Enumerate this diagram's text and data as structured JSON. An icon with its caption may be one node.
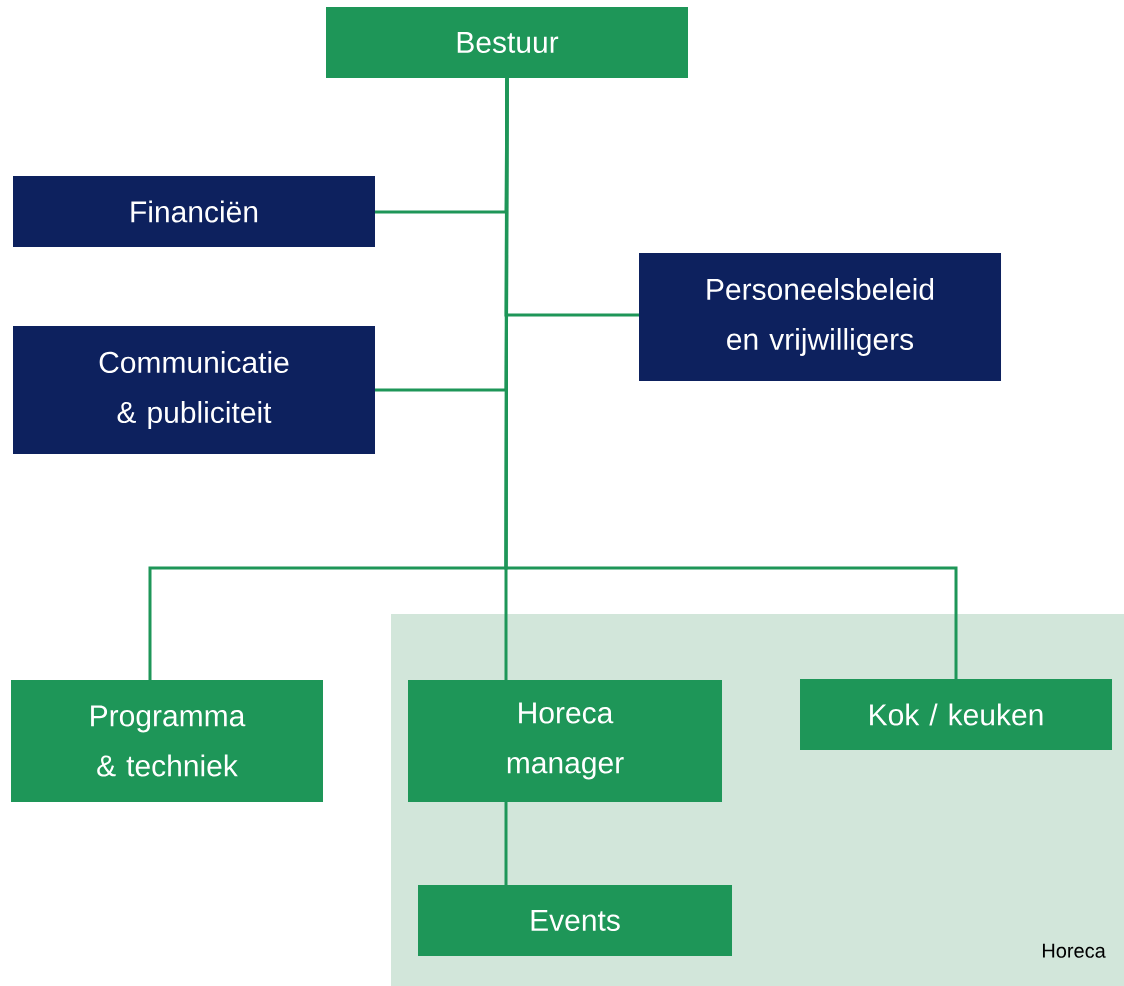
{
  "diagram": {
    "nodes": [
      {
        "text": [
          "Bestuur"
        ]
      },
      {
        "text": [
          "Financiën"
        ]
      },
      {
        "text": [
          "Personeelsbeleid en vrijwilligers"
        ]
      },
      {
        "text": [
          "Communicatie & publiciteit"
        ]
      },
      {
        "text": [
          "Programma & techniek"
        ]
      },
      {
        "text": [
          "Horeca"
        ]
      },
      {
        "text": [
          "Horeca manager"
        ],
        "in": 5
      },
      {
        "text": [
          "Kok / keuken"
        ],
        "in": 5
      },
      {
        "text": [
          "Events"
        ],
        "in": 5
      }
    ],
    "edges": [
      {
        "from": 0,
        "to": 1,
        "arrow": "none",
        "color": "#1e9658"
      },
      {
        "from": 0,
        "to": 2,
        "arrow": "none",
        "color": "#1e9658"
      },
      {
        "from": 0,
        "to": 3,
        "arrow": "none",
        "color": "#1e9658"
      },
      {
        "from": 0,
        "to": 4,
        "arrow": "none",
        "color": "#1e9658"
      },
      {
        "from": 0,
        "to": 6,
        "arrow": "none",
        "color": "#1e9658"
      },
      {
        "from": 0,
        "to": 7,
        "arrow": "none",
        "color": "#1e9658"
      },
      {
        "from": 6,
        "to": 8,
        "arrow": "none",
        "color": "#1e9658"
      }
    ]
  }
}
